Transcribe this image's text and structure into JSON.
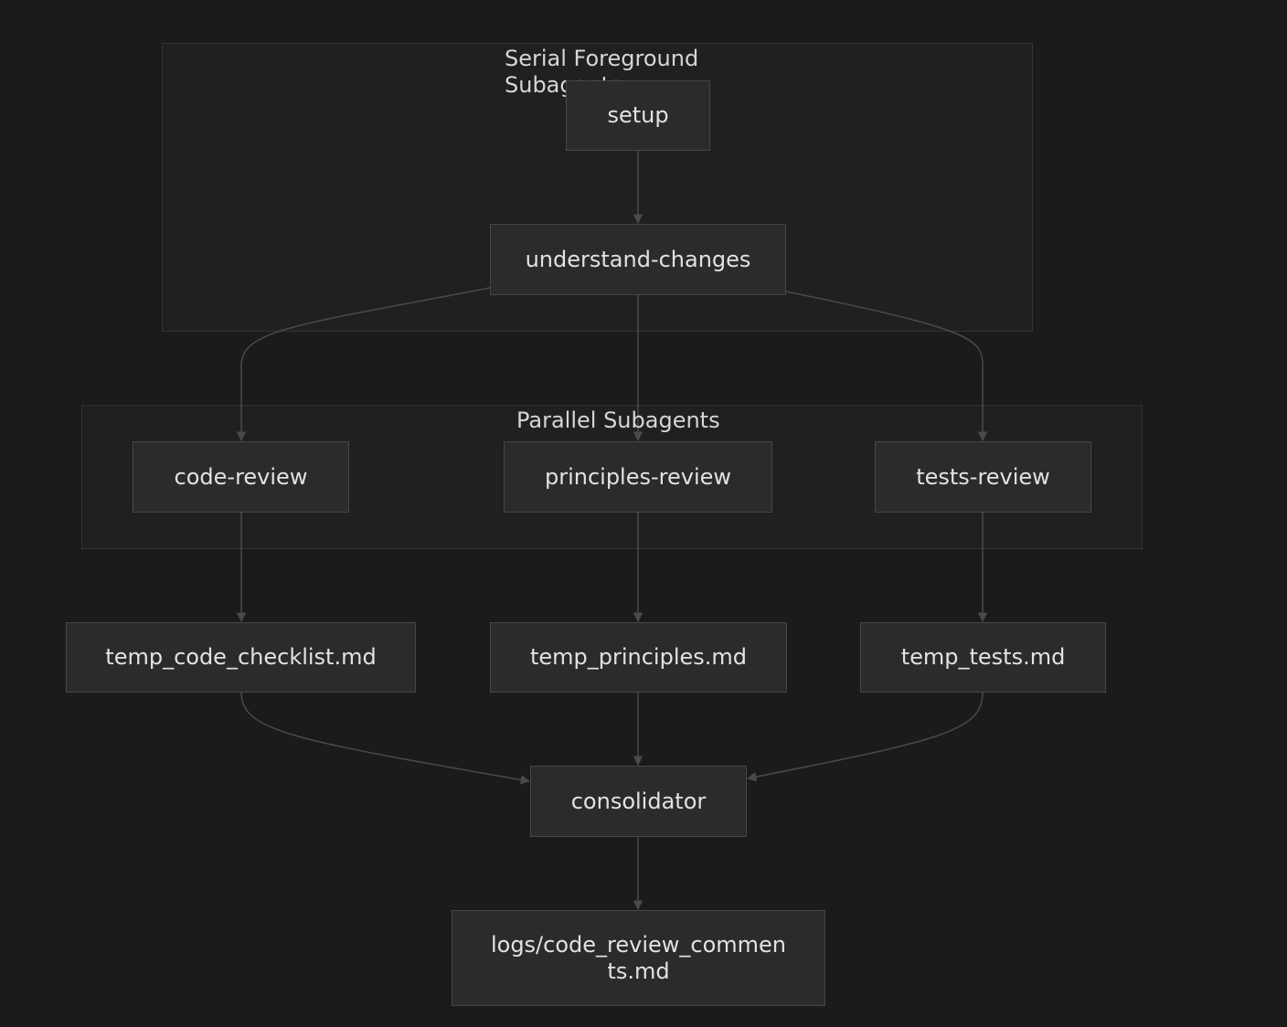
{
  "clusters": {
    "serial": {
      "label": "Serial Foreground\nSubagents"
    },
    "parallel": {
      "label": "Parallel Subagents"
    }
  },
  "nodes": {
    "setup": "setup",
    "understand_changes": "understand-changes",
    "code_review": "code-review",
    "principles_review": "principles-review",
    "tests_review": "tests-review",
    "temp_code_checklist": "temp_code_checklist.md",
    "temp_principles": "temp_principles.md",
    "temp_tests": "temp_tests.md",
    "consolidator": "consolidator",
    "logs_output": "logs/code_review_commen\nts.md"
  },
  "edges": [
    [
      "setup",
      "understand_changes"
    ],
    [
      "understand_changes",
      "code_review"
    ],
    [
      "understand_changes",
      "principles_review"
    ],
    [
      "understand_changes",
      "tests_review"
    ],
    [
      "code_review",
      "temp_code_checklist"
    ],
    [
      "principles_review",
      "temp_principles"
    ],
    [
      "tests_review",
      "temp_tests"
    ],
    [
      "temp_code_checklist",
      "consolidator"
    ],
    [
      "temp_principles",
      "consolidator"
    ],
    [
      "temp_tests",
      "consolidator"
    ],
    [
      "consolidator",
      "logs_output"
    ]
  ],
  "colors": {
    "background": "#1b1b1b",
    "cluster_fill": "#202020",
    "node_fill": "#2b2b2b",
    "edge": "#4a4a4a",
    "text": "#e2e2e2"
  }
}
